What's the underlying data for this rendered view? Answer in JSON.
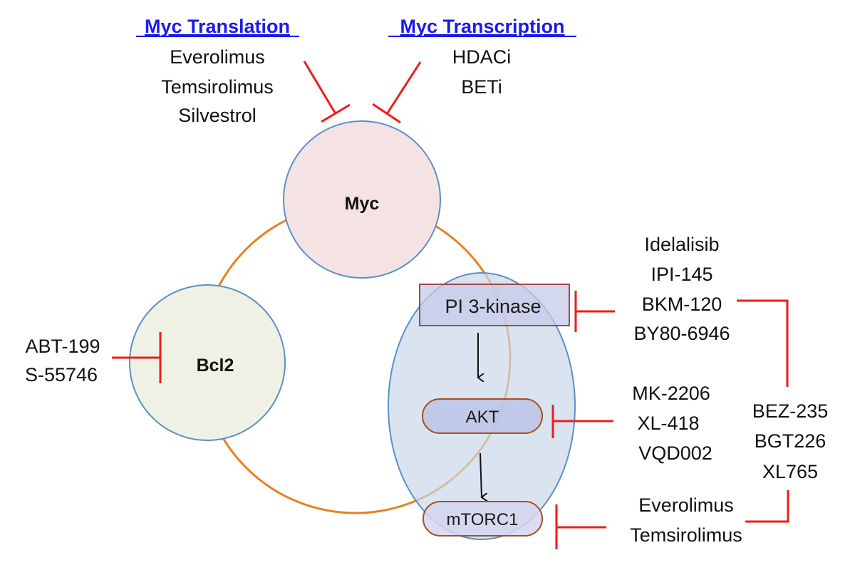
{
  "colors": {
    "heading": "#1a1aee",
    "inhibitor": "#ee1c1c",
    "myc_fill": "#f5e3e3",
    "bcl2_fill": "#eef1e4",
    "node_stroke": "#5b8fc7",
    "cycle": "#e8801c",
    "pi3k_pathway_fill": "#c9d8ea",
    "kinase_box_fill": "#c5cbe8",
    "kinase_box_stroke": "#a0484a",
    "pill_stroke": "#a84e1a"
  },
  "myc_translation": {
    "heading": "Myc Translation",
    "drugs": [
      "Everolimus",
      "Temsirolimus",
      "Silvestrol"
    ]
  },
  "myc_transcription": {
    "heading": "Myc Transcription",
    "drugs": [
      "HDACi",
      "BETi"
    ]
  },
  "nodes": {
    "myc": "Myc",
    "bcl2": "Bcl2",
    "pi3k": "PI 3-kinase",
    "akt": "AKT",
    "mtorc1": "mTORC1"
  },
  "bcl2_inhibitors": [
    "ABT-199",
    "S-55746"
  ],
  "pi3k_inhibitors": [
    "Idelalisib",
    "IPI-145",
    "BKM-120",
    "BY80-6946"
  ],
  "akt_inhibitors": [
    "MK-2206",
    "XL-418",
    "VQD002"
  ],
  "dual_inhibitors": [
    "BEZ-235",
    "BGT226",
    "XL765"
  ],
  "mtorc1_inhibitors": [
    "Everolimus",
    "Temsirolimus"
  ]
}
